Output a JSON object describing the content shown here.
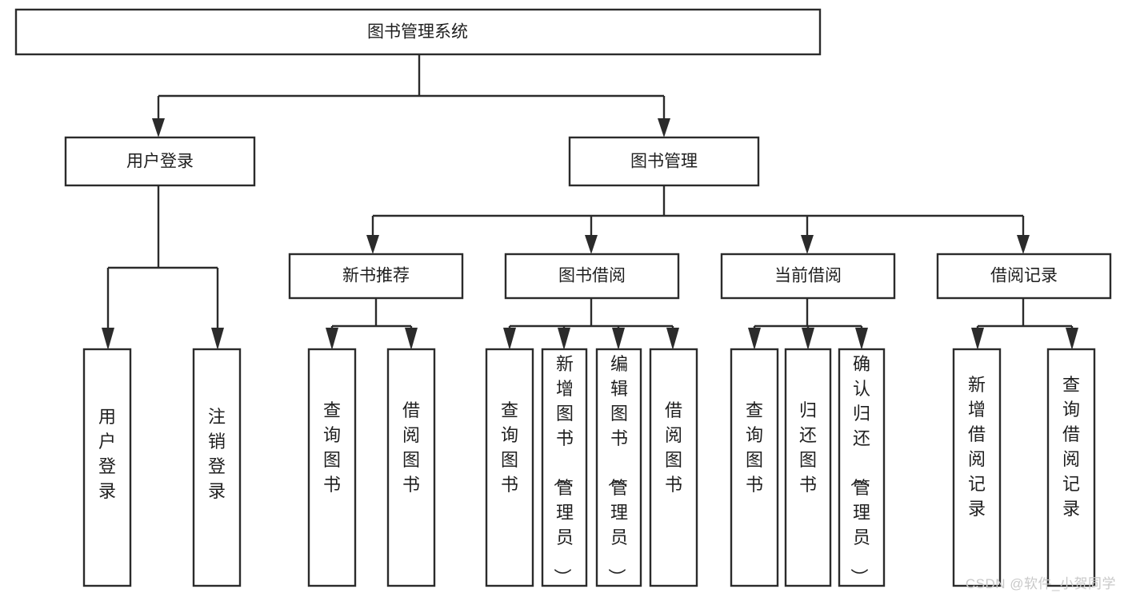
{
  "diagram": {
    "title": "图书管理系统",
    "watermark": "CSDN @软件_小贺同学",
    "orientation": "top-down-tree",
    "levels": 4,
    "colors": {
      "stroke": "#2b2b2b",
      "fill": "#ffffff",
      "text": "#1f1f1f",
      "background": "#ffffff",
      "watermark": "#c9c9c9"
    },
    "nodes": {
      "root": {
        "label": "图书管理系统",
        "level": 0,
        "orientation": "horizontal"
      },
      "user_login": {
        "label": "用户登录",
        "level": 1,
        "orientation": "horizontal"
      },
      "book_manage": {
        "label": "图书管理",
        "level": 1,
        "orientation": "horizontal"
      },
      "new_book_rec": {
        "label": "新书推荐",
        "level": 2,
        "orientation": "horizontal"
      },
      "book_borrow": {
        "label": "图书借阅",
        "level": 2,
        "orientation": "horizontal"
      },
      "current_borrow": {
        "label": "当前借阅",
        "level": 2,
        "orientation": "horizontal"
      },
      "borrow_record": {
        "label": "借阅记录",
        "level": 2,
        "orientation": "horizontal"
      },
      "leaf_user_login": {
        "label": "用户登录",
        "level": 3,
        "orientation": "vertical"
      },
      "leaf_logout": {
        "label": "注销登录",
        "level": 3,
        "orientation": "vertical"
      },
      "leaf_query_book_1": {
        "label": "查询图书",
        "level": 3,
        "orientation": "vertical"
      },
      "leaf_borrow_book_1": {
        "label": "借阅图书",
        "level": 3,
        "orientation": "vertical"
      },
      "leaf_query_book_2": {
        "label": "查询图书",
        "level": 3,
        "orientation": "vertical"
      },
      "leaf_add_book": {
        "label": "新增图书（管理员）",
        "level": 3,
        "orientation": "vertical"
      },
      "leaf_edit_book": {
        "label": "编辑图书（管理员）",
        "level": 3,
        "orientation": "vertical"
      },
      "leaf_borrow_book_2": {
        "label": "借阅图书",
        "level": 3,
        "orientation": "vertical"
      },
      "leaf_query_book_3": {
        "label": "查询图书",
        "level": 3,
        "orientation": "vertical"
      },
      "leaf_return_book": {
        "label": "归还图书",
        "level": 3,
        "orientation": "vertical"
      },
      "leaf_confirm_return": {
        "label": "确认归还（管理员）",
        "level": 3,
        "orientation": "vertical"
      },
      "leaf_add_record": {
        "label": "新增借阅记录",
        "level": 3,
        "orientation": "vertical"
      },
      "leaf_query_record": {
        "label": "查询借阅记录",
        "level": 3,
        "orientation": "vertical"
      }
    },
    "edges": [
      {
        "from": "root",
        "to": "user_login"
      },
      {
        "from": "root",
        "to": "book_manage"
      },
      {
        "from": "user_login",
        "to": "leaf_user_login"
      },
      {
        "from": "user_login",
        "to": "leaf_logout"
      },
      {
        "from": "book_manage",
        "to": "new_book_rec"
      },
      {
        "from": "book_manage",
        "to": "book_borrow"
      },
      {
        "from": "book_manage",
        "to": "current_borrow"
      },
      {
        "from": "book_manage",
        "to": "borrow_record"
      },
      {
        "from": "new_book_rec",
        "to": "leaf_query_book_1"
      },
      {
        "from": "new_book_rec",
        "to": "leaf_borrow_book_1"
      },
      {
        "from": "book_borrow",
        "to": "leaf_query_book_2"
      },
      {
        "from": "book_borrow",
        "to": "leaf_add_book"
      },
      {
        "from": "book_borrow",
        "to": "leaf_edit_book"
      },
      {
        "from": "book_borrow",
        "to": "leaf_borrow_book_2"
      },
      {
        "from": "current_borrow",
        "to": "leaf_query_book_3"
      },
      {
        "from": "current_borrow",
        "to": "leaf_return_book"
      },
      {
        "from": "current_borrow",
        "to": "leaf_confirm_return"
      },
      {
        "from": "borrow_record",
        "to": "leaf_add_record"
      },
      {
        "from": "borrow_record",
        "to": "leaf_query_record"
      }
    ]
  }
}
